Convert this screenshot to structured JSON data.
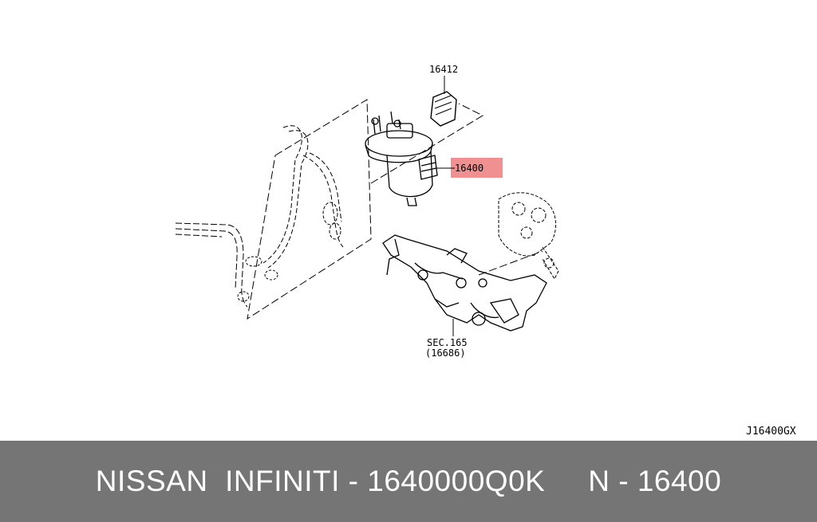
{
  "diagram": {
    "callouts": {
      "part_16412": "16412",
      "part_16400": "16400",
      "sec_ref": "SEC.165",
      "sec_ref_sub": "(16686)"
    },
    "diagram_code": "J16400GX",
    "highlight_color": "#f08a8a"
  },
  "footer": {
    "text": "NISSAN  INFINITI - 1640000Q0K     N - 16400",
    "background": "#757575",
    "text_color": "#ffffff"
  }
}
